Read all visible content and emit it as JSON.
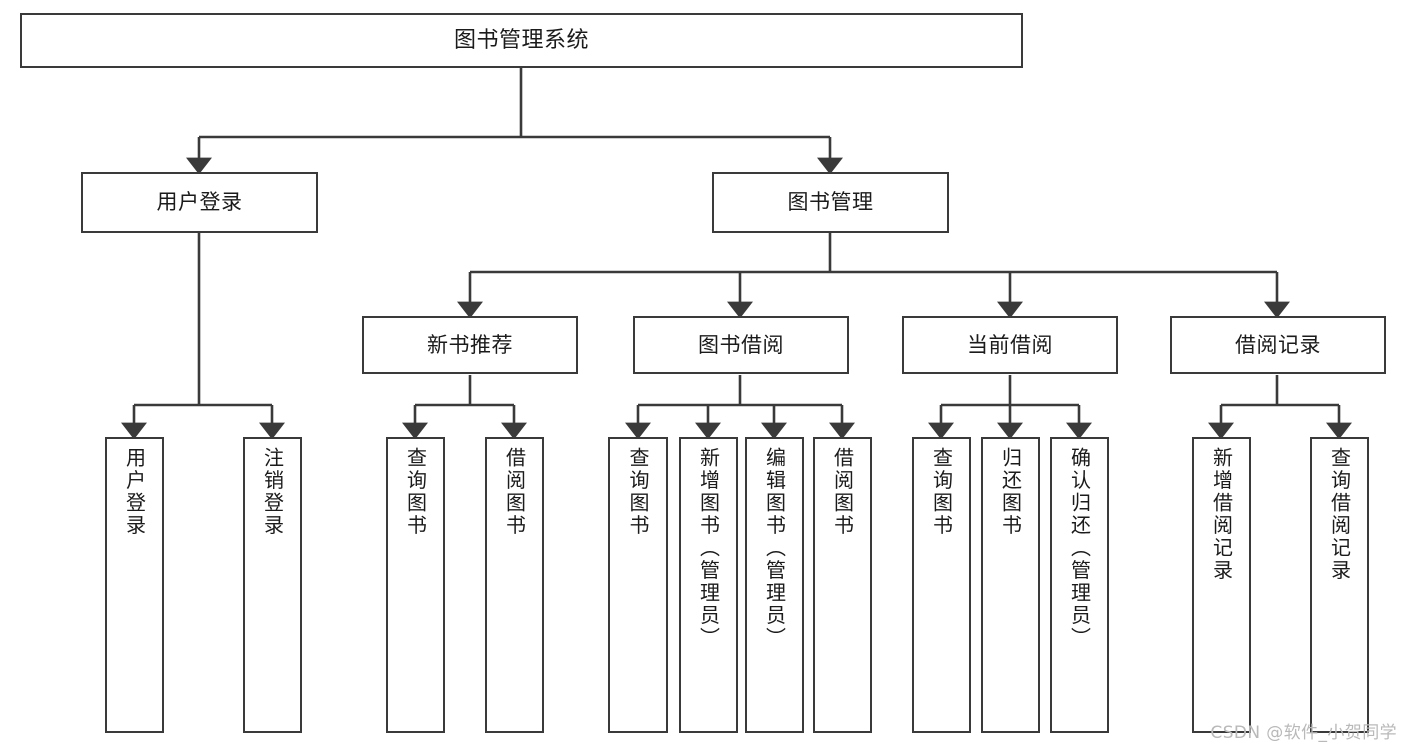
{
  "diagram": {
    "type": "tree",
    "title": "图书管理系统",
    "colors": {
      "border": "#3a3a3a",
      "background": "#ffffff",
      "text": "#1b1b1b",
      "edge": "#3a3a3a",
      "watermark": "#b9b9b9"
    },
    "nodes": {
      "root": {
        "label": "图书管理系统"
      },
      "level2": [
        {
          "id": "user-login",
          "label": "用户登录"
        },
        {
          "id": "book-management",
          "label": "图书管理"
        }
      ],
      "level3": [
        {
          "id": "new-book-recommend",
          "label": "新书推荐"
        },
        {
          "id": "book-borrow",
          "label": "图书借阅"
        },
        {
          "id": "current-borrow",
          "label": "当前借阅"
        },
        {
          "id": "borrow-record",
          "label": "借阅记录"
        }
      ],
      "leaves": {
        "user-login": [
          {
            "id": "leaf-user-login",
            "label": "用户登录"
          },
          {
            "id": "leaf-logout-login",
            "label": "注销登录"
          }
        ],
        "new-book-recommend": [
          {
            "id": "leaf-query-book-1",
            "label": "查询图书"
          },
          {
            "id": "leaf-borrow-book-1",
            "label": "借阅图书"
          }
        ],
        "book-borrow": [
          {
            "id": "leaf-query-book-2",
            "label": "查询图书"
          },
          {
            "id": "leaf-add-book",
            "label": "新增图书（管理员）"
          },
          {
            "id": "leaf-edit-book",
            "label": "编辑图书（管理员）"
          },
          {
            "id": "leaf-borrow-book-2",
            "label": "借阅图书"
          }
        ],
        "current-borrow": [
          {
            "id": "leaf-query-book-3",
            "label": "查询图书"
          },
          {
            "id": "leaf-return-book",
            "label": "归还图书"
          },
          {
            "id": "leaf-confirm-return",
            "label": "确认归还（管理员）"
          }
        ],
        "borrow-record": [
          {
            "id": "leaf-add-record",
            "label": "新增借阅记录"
          },
          {
            "id": "leaf-query-record",
            "label": "查询借阅记录"
          }
        ]
      }
    },
    "watermark": "CSDN @软件_小贺同学"
  }
}
